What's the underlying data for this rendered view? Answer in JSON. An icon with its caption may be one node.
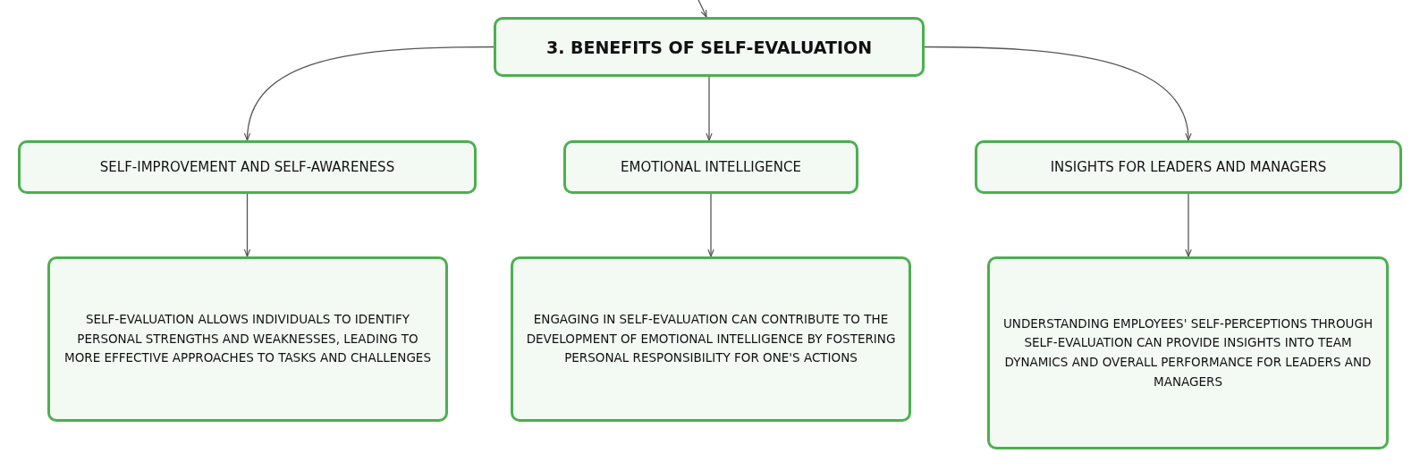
{
  "diagram": {
    "nodes": [
      {
        "text": [
          "3. BENEFITS OF SELF-EVALUATION"
        ]
      },
      {
        "text": [
          "SELF-IMPROVEMENT AND SELF-AWARENESS"
        ]
      },
      {
        "text": [
          "EMOTIONAL INTELLIGENCE"
        ]
      },
      {
        "text": [
          "INSIGHTS FOR LEADERS AND MANAGERS"
        ]
      },
      {
        "text": [
          "SELF-EVALUATION ALLOWS INDIVIDUALS TO IDENTIFY PERSONAL STRENGTHS AND WEAKNESSES, LEADING TO MORE EFFECTIVE APPROACHES TO TASKS AND CHALLENGES"
        ]
      },
      {
        "text": [
          "ENGAGING IN SELF-EVALUATION CAN CONTRIBUTE TO THE DEVELOPMENT OF EMOTIONAL INTELLIGENCE BY FOSTERING PERSONAL RESPONSIBILITY FOR ONE'S ACTIONS"
        ]
      },
      {
        "text": [
          "UNDERSTANDING EMPLOYEES' SELF-PERCEPTIONS THROUGH SELF-EVALUATION CAN PROVIDE INSIGHTS INTO TEAM DYNAMICS AND OVERALL PERFORMANCE FOR LEADERS AND MANAGERS"
        ]
      }
    ],
    "edges": [
      {
        "from": null,
        "to": 0,
        "arrow": "to"
      },
      {
        "from": 0,
        "to": 1,
        "arrow": "to"
      },
      {
        "from": 0,
        "to": 2,
        "arrow": "to"
      },
      {
        "from": 0,
        "to": 3,
        "arrow": "to"
      },
      {
        "from": 1,
        "to": 4,
        "arrow": "to"
      },
      {
        "from": 2,
        "to": 5,
        "arrow": "to"
      },
      {
        "from": 3,
        "to": 6,
        "arrow": "to"
      }
    ]
  }
}
